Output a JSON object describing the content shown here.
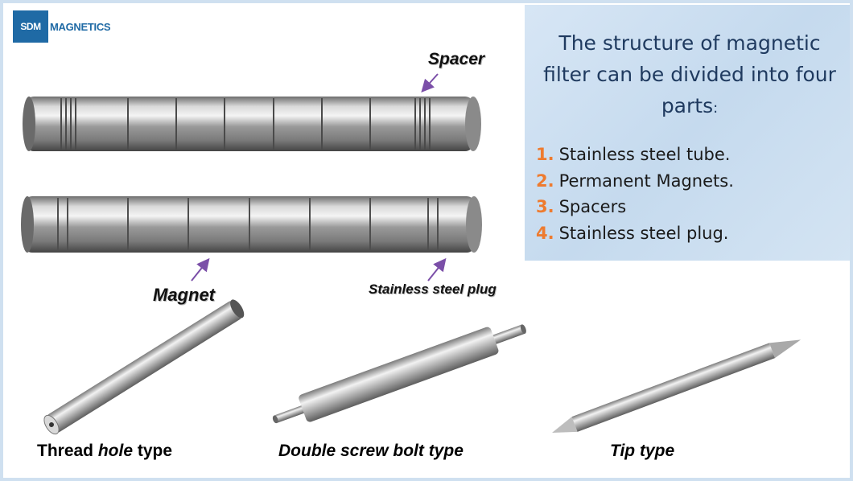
{
  "logo": {
    "mark": "SDM",
    "name": "MAGNETICS"
  },
  "info": {
    "title_main": "The structure of magnetic filter can be divided into four parts",
    "title_colon": ":",
    "parts": [
      {
        "num": "1.",
        "text": "Stainless steel tube."
      },
      {
        "num": "2.",
        "text": "Permanent Magnets."
      },
      {
        "num": "3.",
        "text": "Spacers"
      },
      {
        "num": "4.",
        "text": "Stainless steel plug."
      }
    ]
  },
  "callouts": {
    "spacer": "Spacer",
    "magnet": "Magnet",
    "plug": "Stainless steel plug"
  },
  "captions": {
    "thread_a": "Thread ",
    "thread_b": "hole",
    "thread_c": " type",
    "double": "Double screw bolt type",
    "tip": "Tip type"
  },
  "colors": {
    "accent": "#ee7b2f",
    "title": "#1f3a5f",
    "arrow": "#7b4fa8",
    "logo": "#1f6aa5"
  }
}
